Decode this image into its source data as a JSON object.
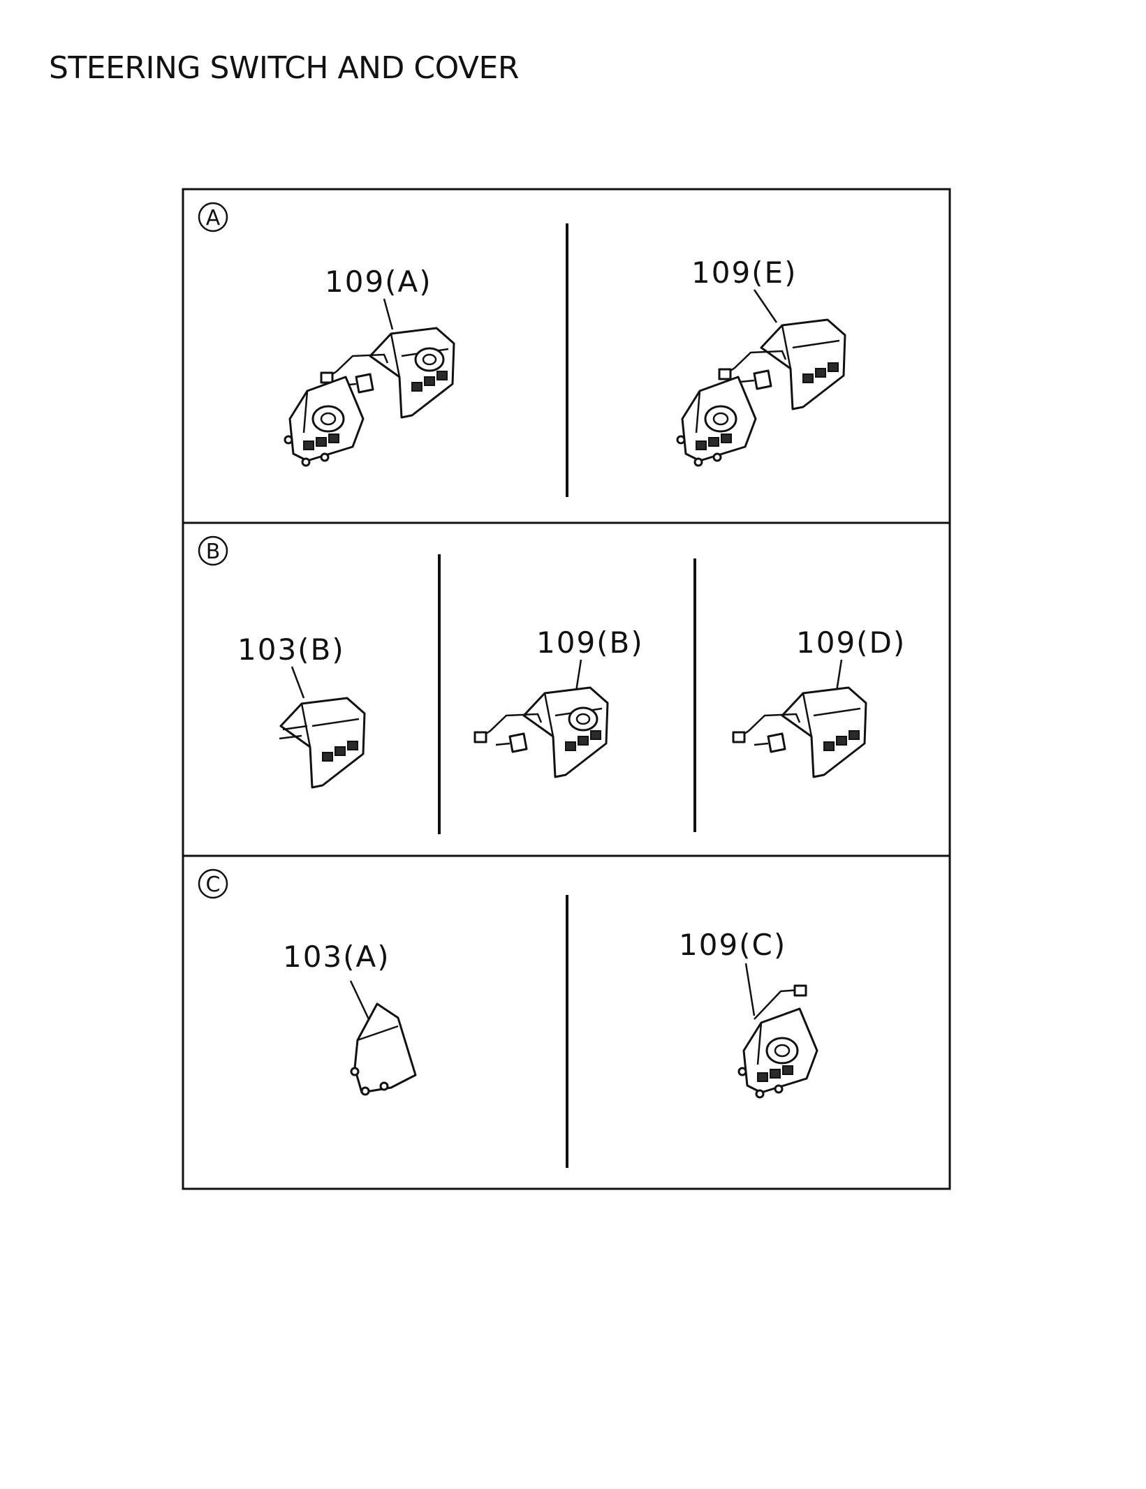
{
  "title": "STEERING SWITCH AND COVER",
  "sections": [
    {
      "id": "A",
      "parts": [
        "109(A)",
        "109(E)"
      ]
    },
    {
      "id": "B",
      "parts": [
        "103(B)",
        "109(B)",
        "109(D)"
      ]
    },
    {
      "id": "C",
      "parts": [
        "103(A)",
        "109(C)"
      ]
    }
  ],
  "colors": {
    "line": "#111111",
    "background": "#ffffff"
  }
}
